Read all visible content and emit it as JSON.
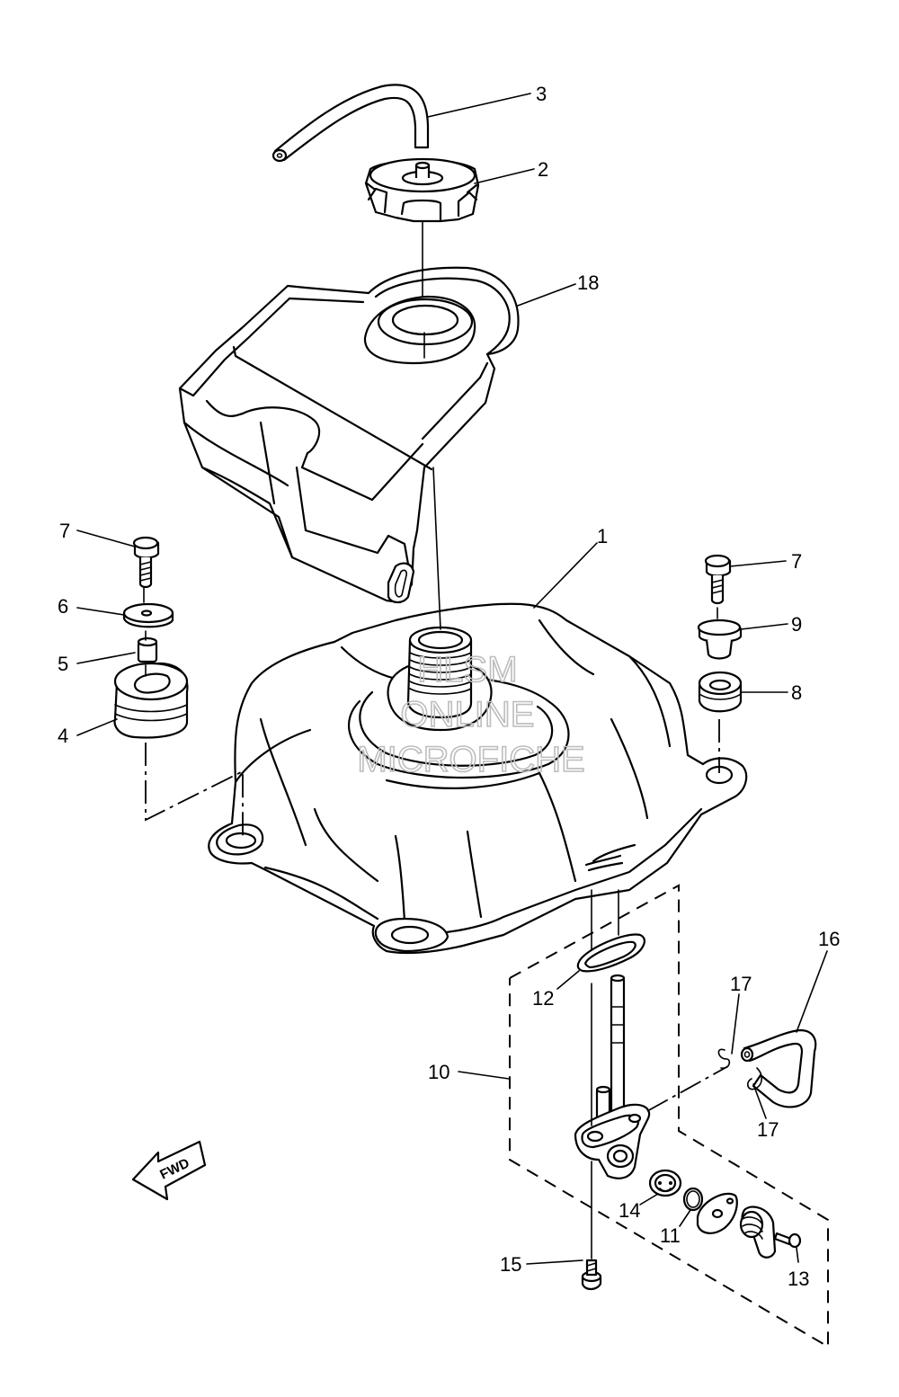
{
  "watermark": {
    "line1": "HLSM",
    "line2": "ONLINE",
    "line3": "MICROFICHE"
  },
  "direction_label": "FWD",
  "callouts": [
    {
      "id": "1",
      "label": "1"
    },
    {
      "id": "2",
      "label": "2"
    },
    {
      "id": "3",
      "label": "3"
    },
    {
      "id": "4",
      "label": "4"
    },
    {
      "id": "5",
      "label": "5"
    },
    {
      "id": "6",
      "label": "6"
    },
    {
      "id": "7a",
      "label": "7"
    },
    {
      "id": "7b",
      "label": "7"
    },
    {
      "id": "8",
      "label": "8"
    },
    {
      "id": "9",
      "label": "9"
    },
    {
      "id": "10",
      "label": "10"
    },
    {
      "id": "11",
      "label": "11"
    },
    {
      "id": "12",
      "label": "12"
    },
    {
      "id": "13",
      "label": "13"
    },
    {
      "id": "14",
      "label": "14"
    },
    {
      "id": "15",
      "label": "15"
    },
    {
      "id": "16",
      "label": "16"
    },
    {
      "id": "17a",
      "label": "17"
    },
    {
      "id": "17b",
      "label": "17"
    },
    {
      "id": "18",
      "label": "18"
    }
  ]
}
